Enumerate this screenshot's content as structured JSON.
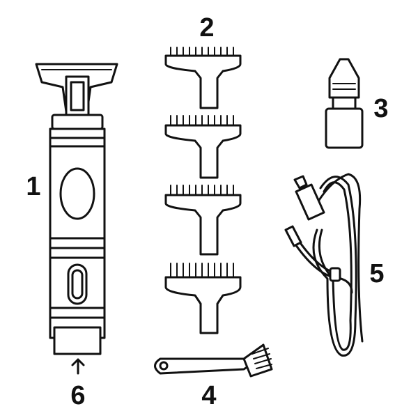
{
  "labels": {
    "trimmer": "1",
    "guards": "2",
    "oil_bottle": "3",
    "brush": "4",
    "usb_cable": "5",
    "charging_port": "6"
  },
  "colors": {
    "line": "#111111",
    "background": "#ffffff"
  }
}
